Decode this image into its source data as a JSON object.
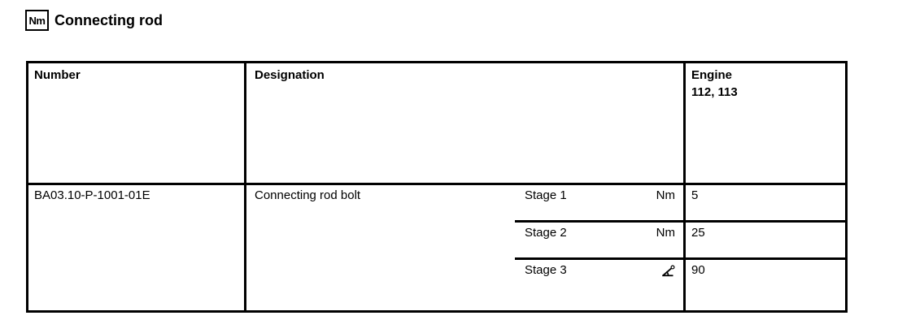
{
  "doc": {
    "icon_label": "Nm",
    "title": "Connecting rod"
  },
  "table": {
    "columns": {
      "number": "Number",
      "designation": "Designation",
      "engine": "Engine",
      "engine_models": "112, 113"
    },
    "rows": [
      {
        "number": "BA03.10-P-1001-01E",
        "designation": "Connecting rod bolt",
        "stages": [
          {
            "label": "Stage 1",
            "unit": "Nm",
            "value": "5"
          },
          {
            "label": "Stage 2",
            "unit": "Nm",
            "value": "25"
          },
          {
            "label": "Stage 3",
            "unit_icon": "angle-degrees-icon",
            "value": "90"
          }
        ]
      }
    ]
  }
}
